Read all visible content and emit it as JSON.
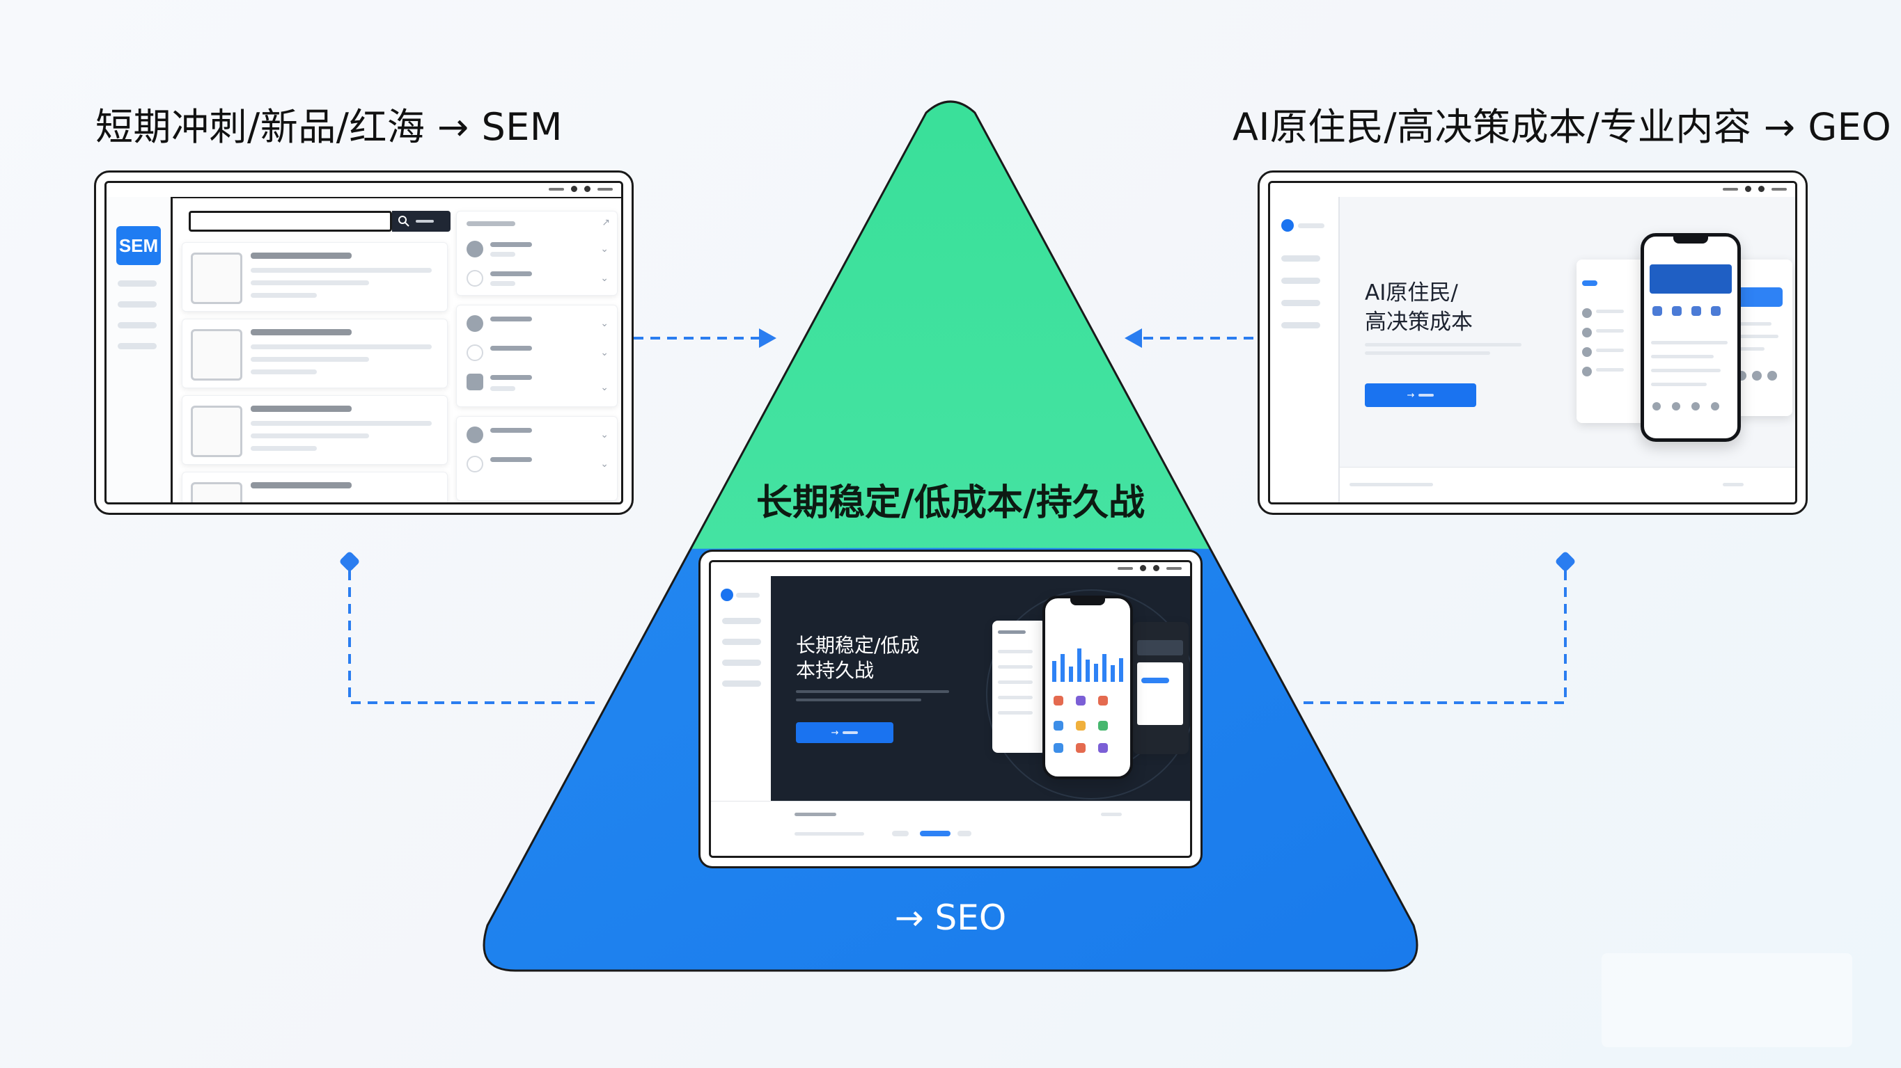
{
  "labels": {
    "sem_heading": "短期冲刺/新品/红海 → SEM",
    "geo_heading": "AI原住民/高决策成本/专业内容 → GEO",
    "center_label": "长期稳定/低成本/持久战",
    "seo_label": "→ SEO"
  },
  "sem_window": {
    "badge": "SEM"
  },
  "geo_window": {
    "hero_line1": "AI原住民/",
    "hero_line2": "高决策成本"
  },
  "seo_window": {
    "hero_line1": "长期稳定/低成",
    "hero_line2": "本持久战"
  },
  "colors": {
    "triangle_top": "#3ee29b",
    "triangle_bottom": "#1f82f0",
    "accent_blue": "#1a73f0",
    "connector": "#2a7df0"
  }
}
